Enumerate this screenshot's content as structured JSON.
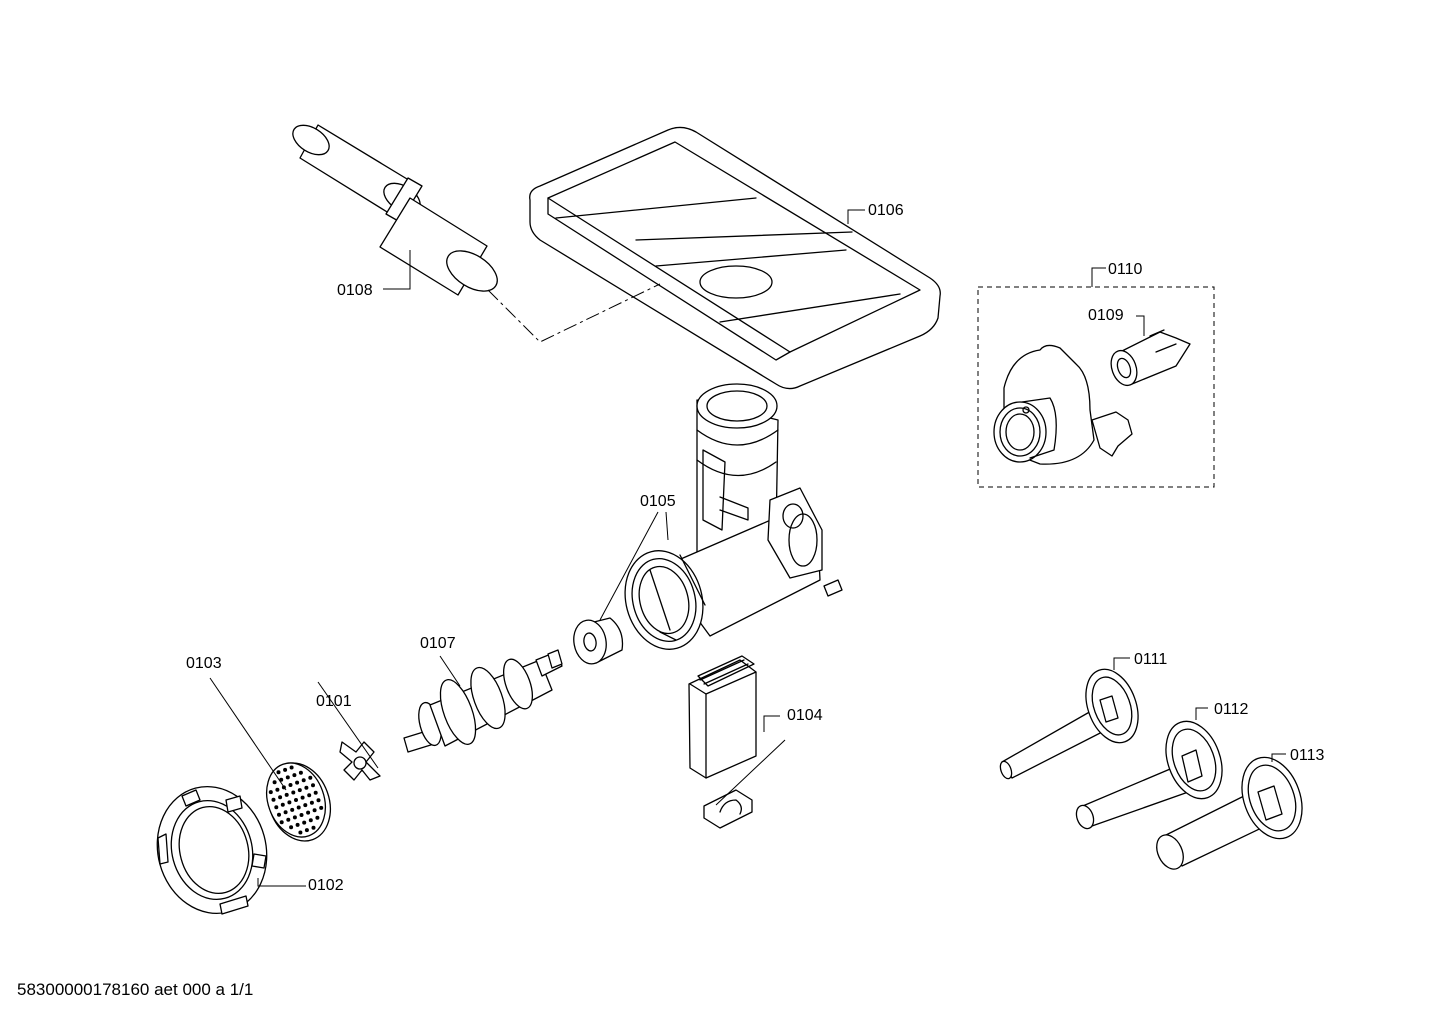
{
  "labels": {
    "p0101": "0101",
    "p0102": "0102",
    "p0103": "0103",
    "p0104": "0104",
    "p0105": "0105",
    "p0106": "0106",
    "p0107": "0107",
    "p0108": "0108",
    "p0109": "0109",
    "p0110": "0110",
    "p0111": "0111",
    "p0112": "0112",
    "p0113": "0113"
  },
  "footer": "58300000178160 aet 000 a 1/1"
}
